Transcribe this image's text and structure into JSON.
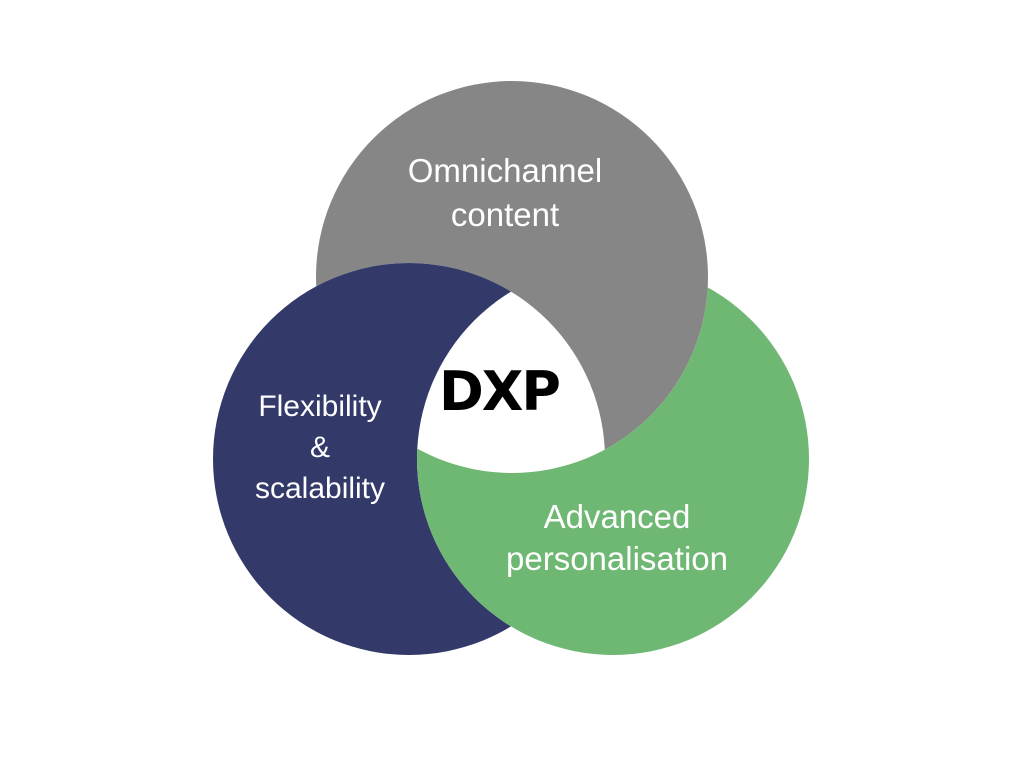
{
  "canvas": {
    "background": "#FFFFFF"
  },
  "venn": {
    "center_label": "DXP",
    "center_label_color": "#000000",
    "label_color": "#FFFFFF",
    "sets": [
      {
        "name": "omnichannel-content",
        "color": "#868686",
        "lines": [
          "Omnichannel",
          "content"
        ]
      },
      {
        "name": "flexibility-scalability",
        "color": "#333A6A",
        "lines": [
          "Flexibility",
          "&",
          "scalability"
        ]
      },
      {
        "name": "advanced-personalisation",
        "color": "#6FB873",
        "lines": [
          "Advanced",
          "personalisation"
        ]
      }
    ]
  }
}
